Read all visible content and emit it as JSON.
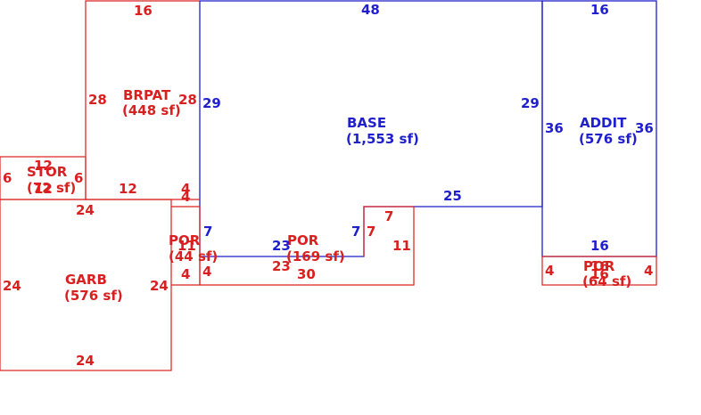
{
  "colors": {
    "base": "#1f1fcc",
    "red": "#d92020",
    "background": "#ffffff"
  },
  "areas": {
    "base": {
      "name": "BASE",
      "area": "(1,553 sf)"
    },
    "addit": {
      "name": "ADDIT",
      "area": "(576 sf)"
    },
    "brpat": {
      "name": "BRPAT",
      "area": "(448 sf)"
    },
    "stor": {
      "name": "STOR",
      "area": "(72 sf)"
    },
    "garb": {
      "name": "GARB",
      "area": "(576 sf)"
    },
    "por_left": {
      "name": "POR",
      "area": "(44 sf)"
    },
    "por_center": {
      "name": "POR",
      "area": "(169 sf)"
    },
    "por_right": {
      "name": "POR",
      "area": "(64 sf)"
    }
  },
  "dimensions": {
    "base_top": "48",
    "base_left": "29",
    "base_right": "29",
    "base_step_right": "25",
    "base_bottom": "23",
    "base_step_left": "7",
    "base_left_lower": "7",
    "addit_top": "16",
    "addit_left": "36",
    "addit_right": "36",
    "addit_bottom": "16",
    "brpat_top": "16",
    "brpat_left": "28",
    "brpat_right": "28",
    "brpat_bottom": "12",
    "brpat_small_a": "4",
    "brpat_small_b": "4",
    "stor_top": "12",
    "stor_bottom": "12",
    "stor_left": "6",
    "stor_right": "6",
    "garb_top": "24",
    "garb_left": "24",
    "garb_right": "24",
    "garb_bottom": "24",
    "por_left_top": "11",
    "por_left_side_a": "4",
    "por_left_side_b": "4",
    "por_center_inner": "23",
    "por_center_bottom": "30",
    "por_center_side": "7",
    "por_center_notch": "7",
    "por_center_right": "11",
    "por_right_left": "4",
    "por_right_right": "4",
    "por_right_top": "16",
    "por_right_bottom": "16"
  }
}
